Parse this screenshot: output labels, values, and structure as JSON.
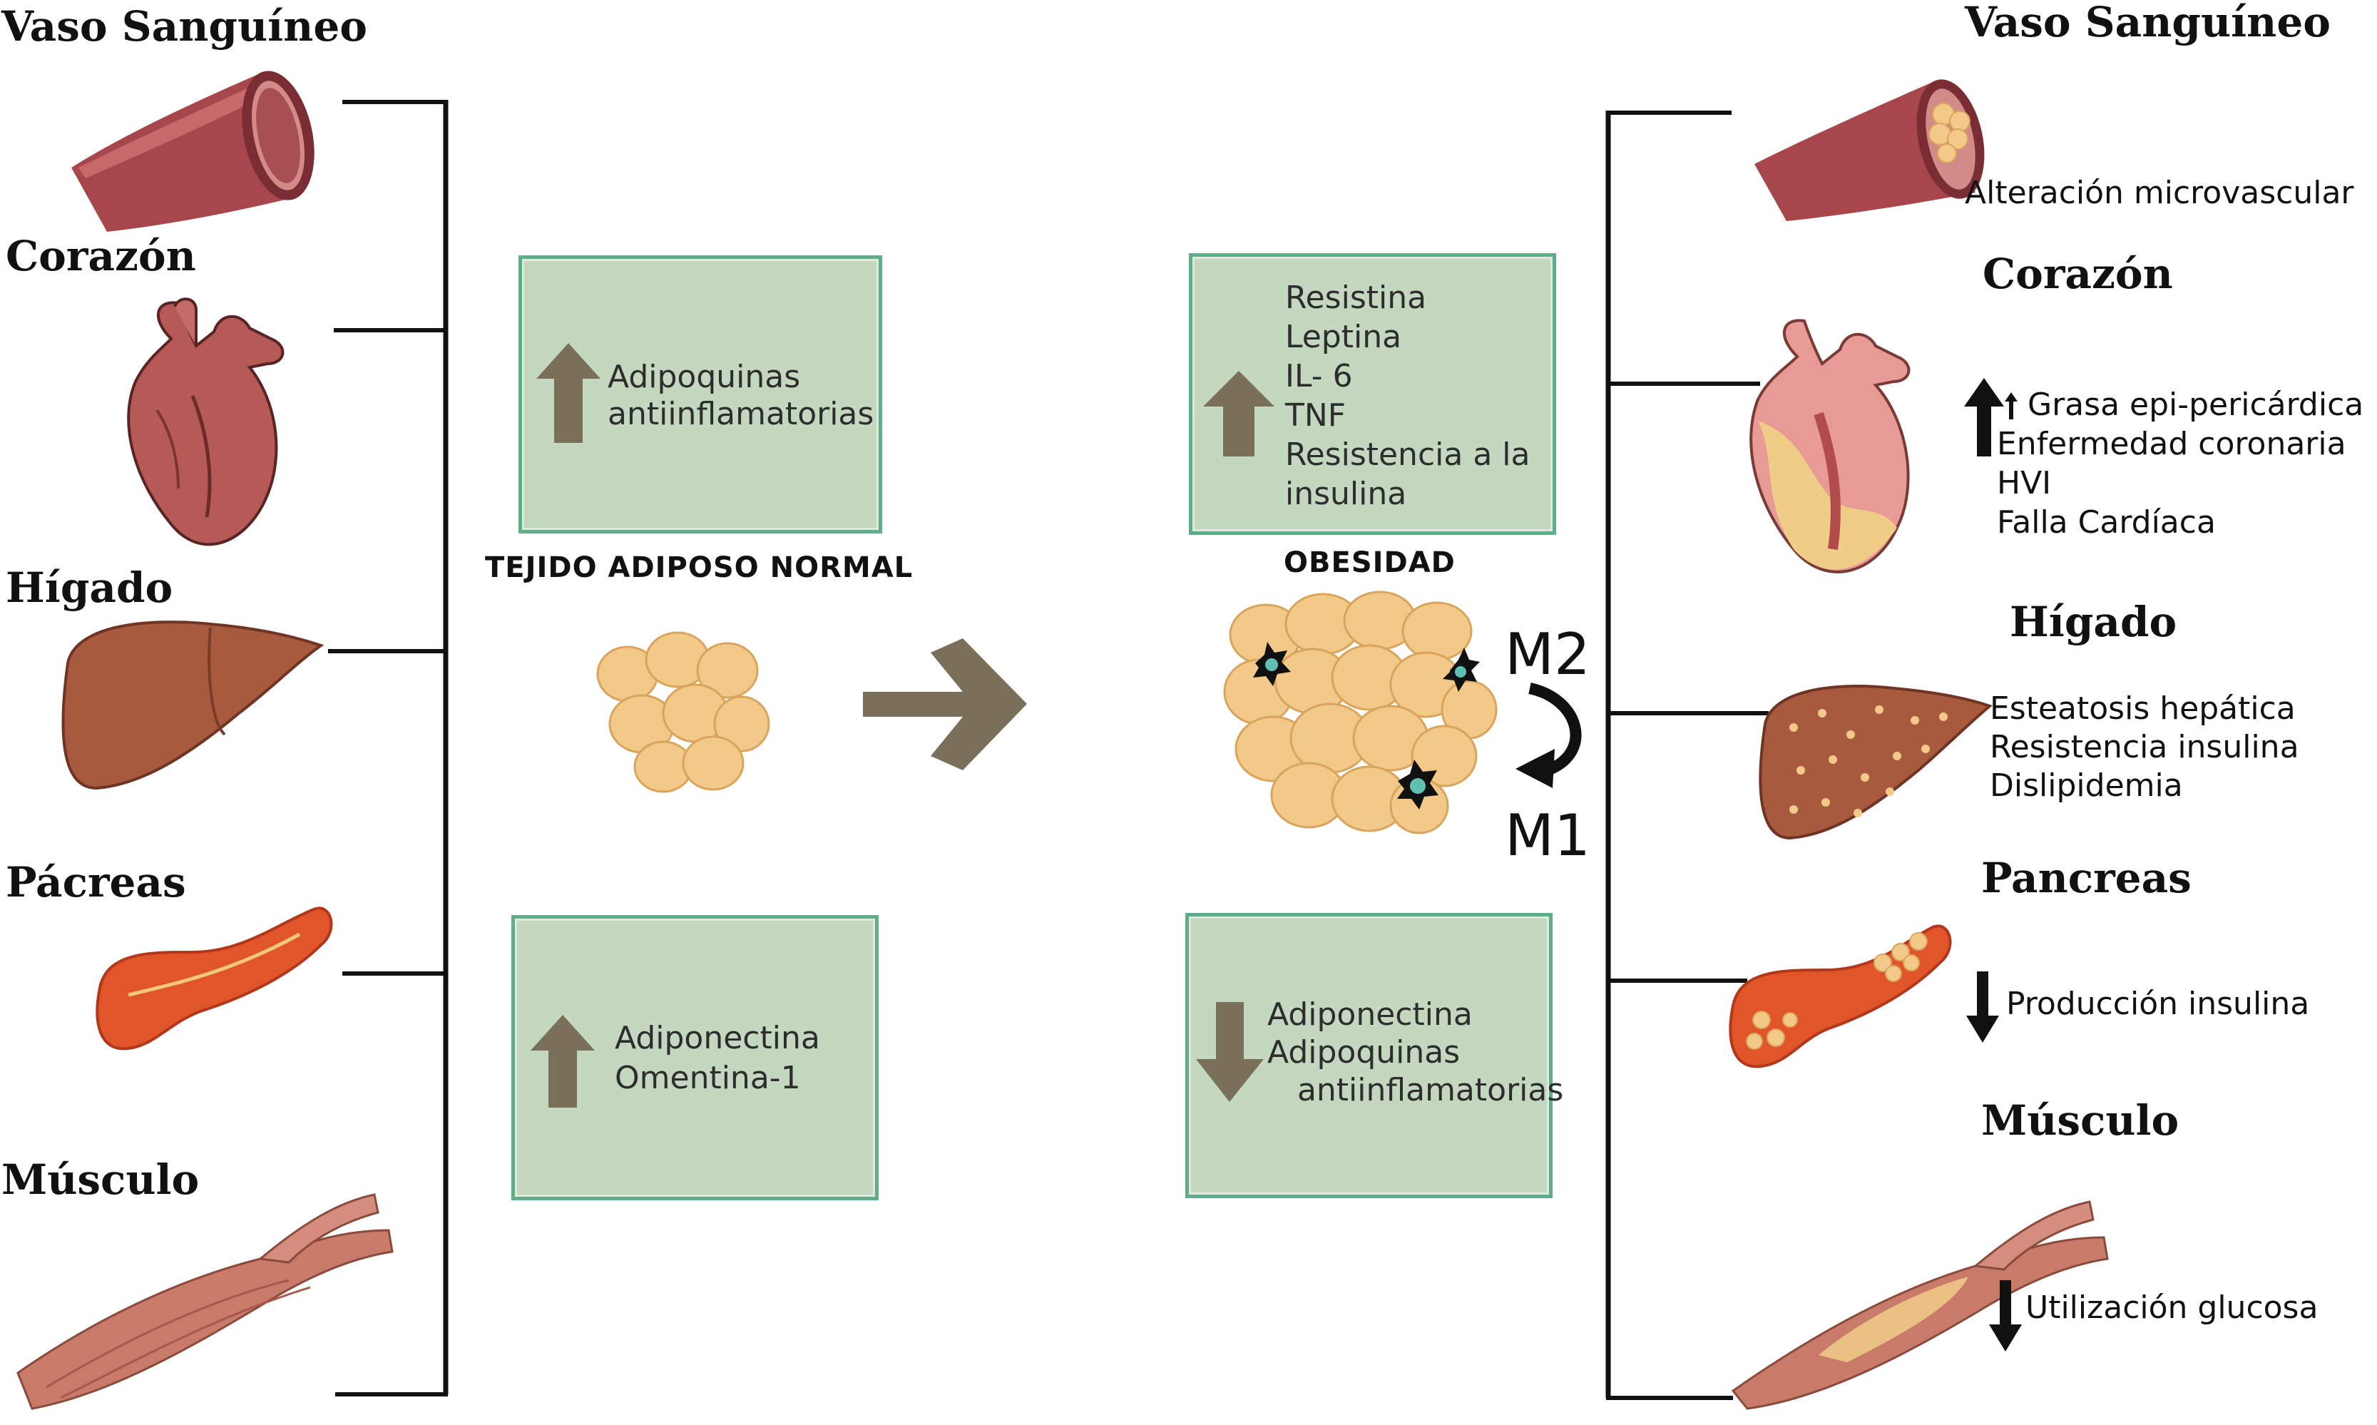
{
  "left": {
    "organs": [
      {
        "label": "Vaso Sanguíneo"
      },
      {
        "label": "Corazón"
      },
      {
        "label": "Hígado"
      },
      {
        "label": "Pácreas"
      },
      {
        "label": "Músculo"
      }
    ]
  },
  "center": {
    "normal": {
      "caption": "TEJIDO ADIPOSO NORMAL",
      "top_box": {
        "direction": "up",
        "lines": [
          "Adipoquinas",
          "antiinflamatorias"
        ]
      },
      "bottom_box": {
        "direction": "up",
        "lines": [
          "Adiponectina",
          "Omentina-1"
        ]
      }
    },
    "obesity": {
      "caption": "OBESIDAD",
      "top_box": {
        "direction": "up",
        "lines": [
          "Resistina",
          "Leptina",
          "IL-  6",
          "TNF",
          "Resistencia a la",
          " insulina"
        ]
      },
      "bottom_box": {
        "direction": "down",
        "lines": [
          "Adiponectina",
          "Adipoquinas",
          "   antiinflamatorias"
        ]
      },
      "macrophage_labels": {
        "m2": "M2",
        "m1": "M1"
      }
    }
  },
  "right": {
    "organs": [
      {
        "label": "Vaso Sanguíneo",
        "effects": [
          "Alteración microvascular"
        ],
        "arrow": null
      },
      {
        "label": "Corazón",
        "effects": [
          "Grasa epi-pericárdica",
          "Enfermedad coronaria",
          "HVI",
          "Falla Cardíaca"
        ],
        "arrow": "up"
      },
      {
        "label": "Hígado",
        "effects": [
          "Esteatosis hepática",
          "Resistencia insulina",
          "Dislipidemia"
        ],
        "arrow": null
      },
      {
        "label": "Pancreas",
        "effects": [
          "Producción insulina"
        ],
        "arrow": "down"
      },
      {
        "label": "Músculo",
        "effects": [
          "Utilización glucosa"
        ],
        "arrow": "down"
      }
    ]
  },
  "colors": {
    "box_fill": "#c3d8bf",
    "box_border": "#5fae8a",
    "arrow_brown": "#7a6f58",
    "fat_cell": "#f2c989",
    "organ_red": "#b4504f",
    "liver": "#a85a3e",
    "pancreas": "#e0552a"
  }
}
